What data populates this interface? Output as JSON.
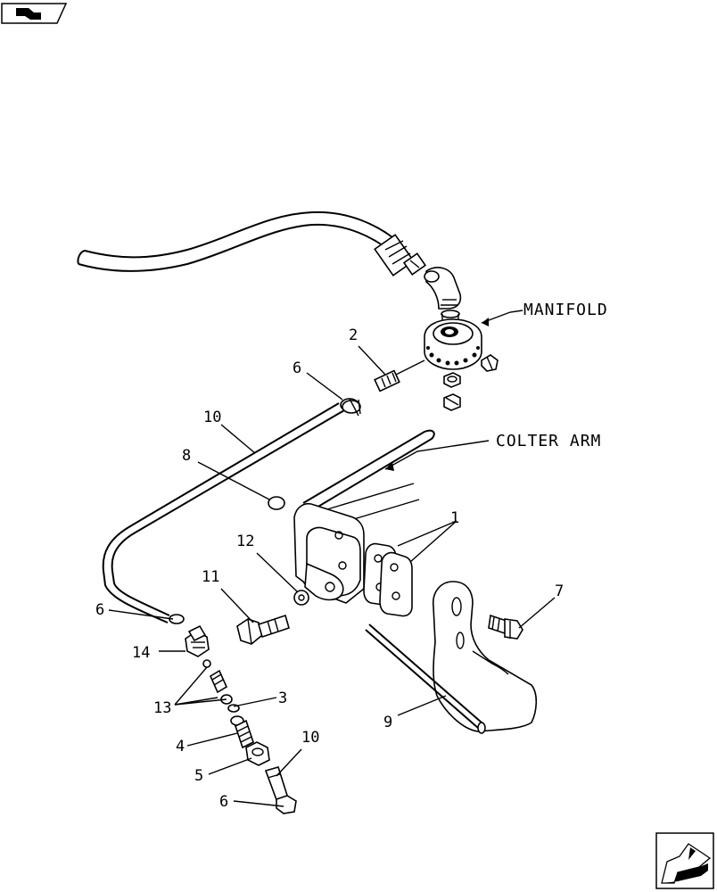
{
  "labels": {
    "manifold": "MANIFOLD",
    "colter_arm": "COLTER ARM",
    "c1": "1",
    "c2": "2",
    "c3": "3",
    "c4": "4",
    "c5": "5",
    "c6a": "6",
    "c6b": "6",
    "c6c": "6",
    "c7": "7",
    "c8": "8",
    "c9": "9",
    "c10a": "10",
    "c10b": "10",
    "c11": "11",
    "c12": "12",
    "c13": "13",
    "c14": "14"
  },
  "icons": {
    "top_left": "parts-book-icon",
    "bottom_right": "next-page-arrow-icon"
  }
}
